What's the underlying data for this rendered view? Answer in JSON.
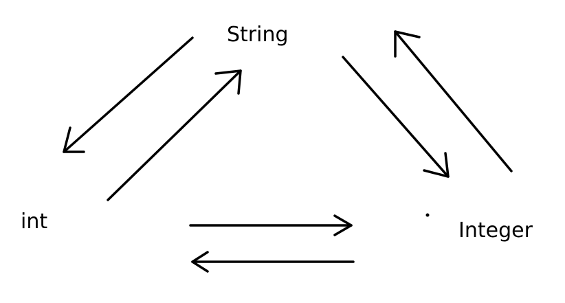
{
  "nodes": {
    "string": "String",
    "int": "int",
    "integer": "Integer"
  },
  "edges": [
    {
      "from": "String",
      "to": "int"
    },
    {
      "from": "int",
      "to": "String"
    },
    {
      "from": "String",
      "to": "Integer"
    },
    {
      "from": "Integer",
      "to": "String"
    },
    {
      "from": "int",
      "to": "Integer"
    },
    {
      "from": "Integer",
      "to": "int"
    }
  ],
  "colors": {
    "background": "#ffffff",
    "ink": "#000000"
  }
}
